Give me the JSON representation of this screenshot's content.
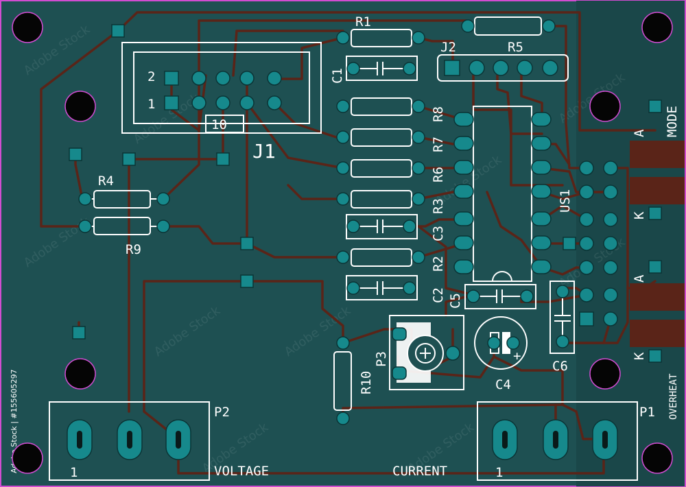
{
  "labels": {
    "r1": "R1",
    "r2": "R2",
    "r3": "R3",
    "r4": "R4",
    "r5": "R5",
    "r6": "R6",
    "r7": "R7",
    "r8": "R8",
    "r9": "R9",
    "r10": "R10",
    "c1": "C1",
    "c2": "C2",
    "c3": "C3",
    "c4": "C4",
    "c5": "C5",
    "c6": "C6",
    "j1": "J1",
    "j2": "J2",
    "p1": "P1",
    "p2": "P2",
    "p3": "P3",
    "us1": "US1",
    "j1_pin2": "2",
    "j1_pin1": "1",
    "j1_pin10": "10",
    "p1_pin1": "1",
    "p2_pin1": "1",
    "voltage": "VOLTAGE",
    "current": "CURRENT",
    "mode": "MODE",
    "overheat": "OVERHEAT",
    "led_a_top": "A",
    "led_k_top": "K",
    "led_a_bot": "A",
    "led_k_bot": "K",
    "plus": "+"
  },
  "watermark": {
    "brand": "Adobe Stock",
    "side_id": "Adobe Stock | #155605297"
  },
  "colors": {
    "board": "#1e5052",
    "trace": "#5a2418",
    "pad": "#16898c",
    "silk": "#ffffff",
    "outline": "#d14cd1"
  }
}
